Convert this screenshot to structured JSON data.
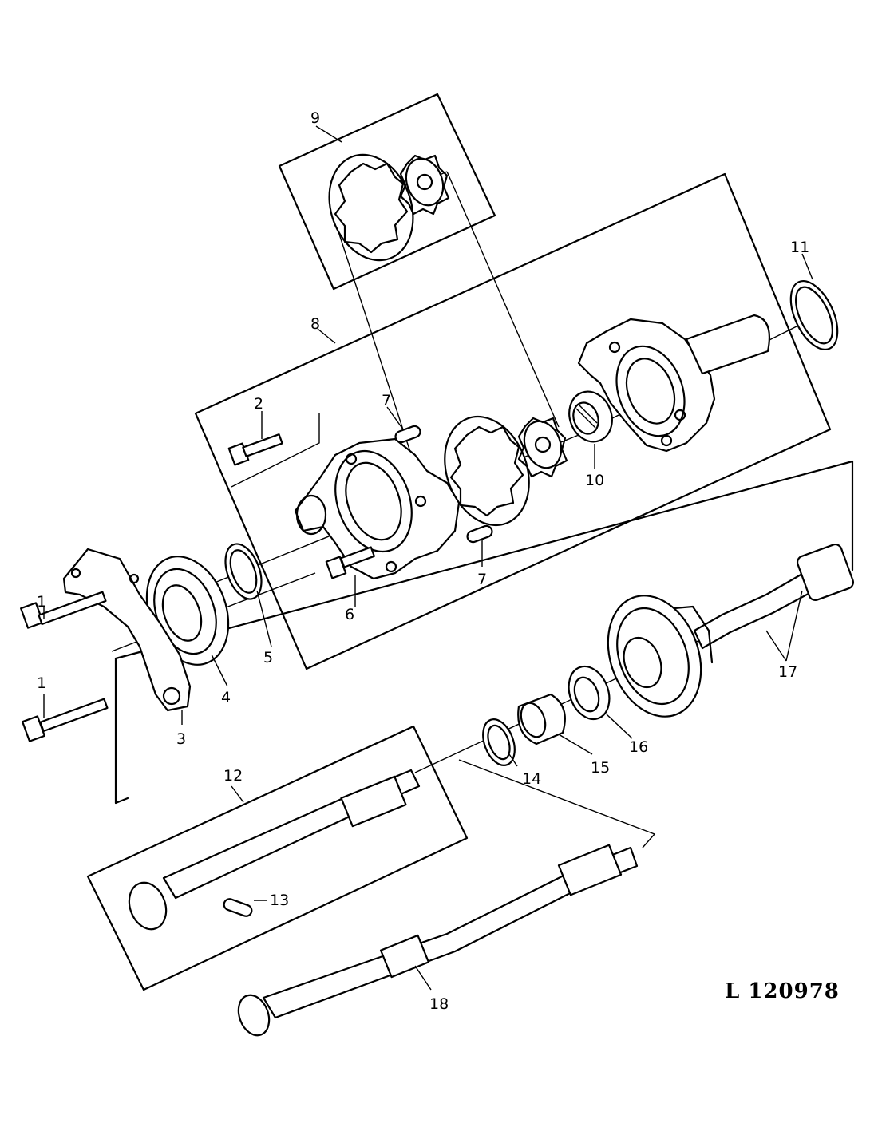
{
  "figure_reference": "L 120978",
  "callouts": [
    {
      "id": "c1a",
      "text": "1"
    },
    {
      "id": "c1b",
      "text": "1"
    },
    {
      "id": "c2",
      "text": "2"
    },
    {
      "id": "c3",
      "text": "3"
    },
    {
      "id": "c4",
      "text": "4"
    },
    {
      "id": "c5",
      "text": "5"
    },
    {
      "id": "c6",
      "text": "6"
    },
    {
      "id": "c7a",
      "text": "7"
    },
    {
      "id": "c7b",
      "text": "7"
    },
    {
      "id": "c8",
      "text": "8"
    },
    {
      "id": "c9",
      "text": "9"
    },
    {
      "id": "c10",
      "text": "10"
    },
    {
      "id": "c11",
      "text": "11"
    },
    {
      "id": "c12",
      "text": "12"
    },
    {
      "id": "c13",
      "text": "13"
    },
    {
      "id": "c14",
      "text": "14"
    },
    {
      "id": "c15",
      "text": "15"
    },
    {
      "id": "c16",
      "text": "16"
    },
    {
      "id": "c17",
      "text": "17"
    },
    {
      "id": "c18",
      "text": "18"
    }
  ]
}
